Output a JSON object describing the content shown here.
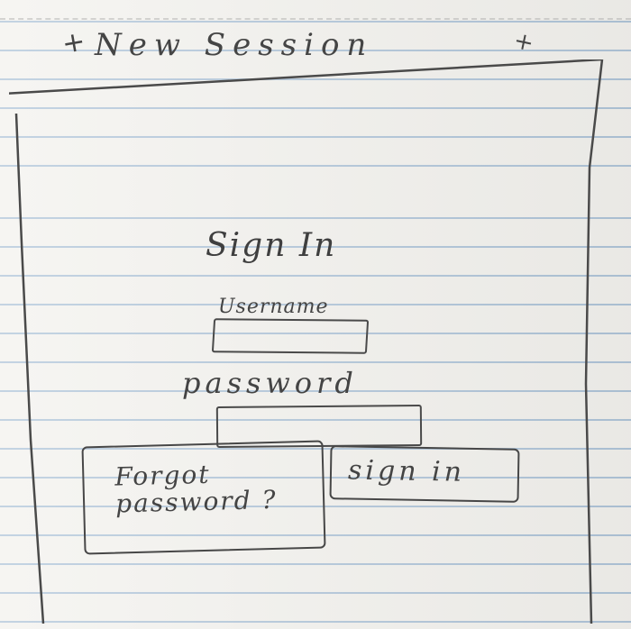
{
  "window": {
    "tab_title": "New Session",
    "tab_close_icon": "close-icon",
    "new_tab_icon": "plus-icon"
  },
  "sign_in_form": {
    "title": "Sign In",
    "username_label": "Username",
    "username_value": "",
    "password_label": "password",
    "password_value": "",
    "forgot_password_label": "Forgot password ?",
    "sign_in_button_label": "sign in"
  },
  "colors": {
    "paper": "#f3f2ee",
    "rule_line": "#78a0c8",
    "ink": "#444444"
  }
}
